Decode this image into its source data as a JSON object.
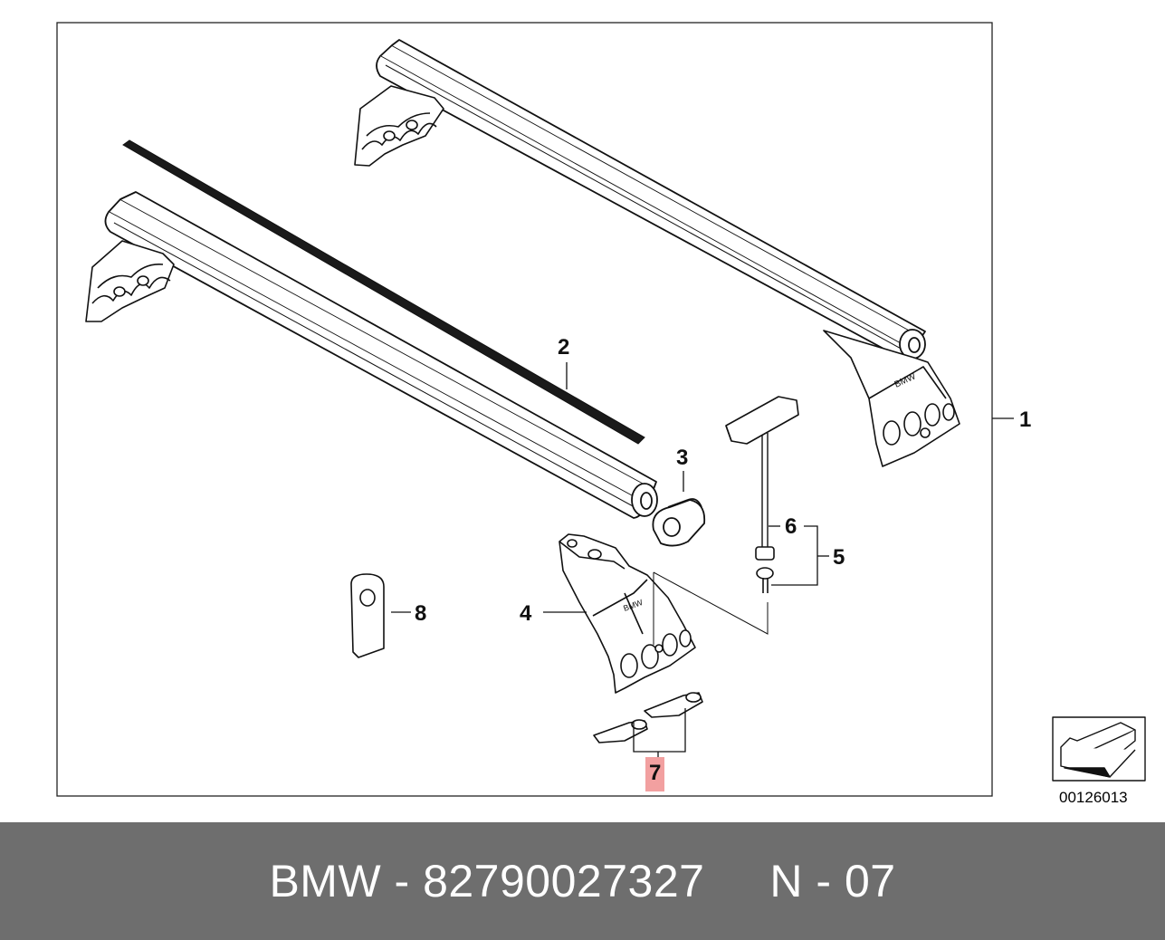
{
  "diagram": {
    "callouts": {
      "c1": "1",
      "c2": "2",
      "c3": "3",
      "c4": "4",
      "c5": "5",
      "c6": "6",
      "c7": "7",
      "c8": "8"
    },
    "document_number": "00126013",
    "highlight_color": "#f2a0a0"
  },
  "footer": {
    "caption": "BMW - 82790027327     N - 07",
    "background_color": "#6e6e6e"
  }
}
